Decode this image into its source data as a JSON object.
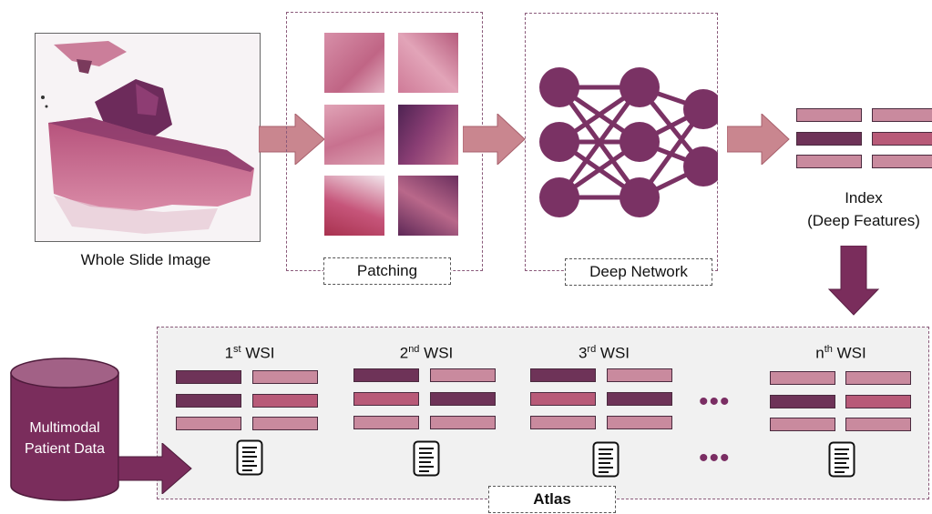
{
  "colors": {
    "arrow": "#c9868f",
    "arrow_dark": "#7a2d5c",
    "node": "#7a3264",
    "bar_dark": "#6e3358",
    "bar_mid": "#b85a78",
    "bar_light": "#c98a9e",
    "cylinder": "#7a2d5c"
  },
  "wsi_label": "Whole Slide Image",
  "patching_label": "Patching",
  "network_label": "Deep Network",
  "index_label_1": "Index",
  "index_label_2": "(Deep Features)",
  "database_label_1": "Multimodal",
  "database_label_2": "Patient Data",
  "atlas_label": "Atlas",
  "wsi_entries": [
    {
      "num": "1",
      "sup": "st",
      "suffix": " WSI"
    },
    {
      "num": "2",
      "sup": "nd",
      "suffix": " WSI"
    },
    {
      "num": "3",
      "sup": "rd",
      "suffix": " WSI"
    },
    {
      "num": "n",
      "sup": "th",
      "suffix": " WSI"
    }
  ],
  "ellipsis": "•••",
  "icons": [
    "document-icon",
    "cylinder-database-icon",
    "arrow-right-icon",
    "arrow-down-icon"
  ]
}
